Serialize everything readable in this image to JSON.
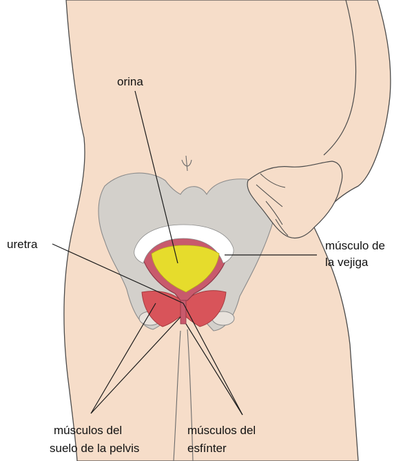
{
  "labels": {
    "orina": "orina",
    "uretra": "uretra",
    "musculo_vejiga_1": "músculo de",
    "musculo_vejiga_2": "la vejiga",
    "suelo_pelvis_1": "músculos del",
    "suelo_pelvis_2": "suelo de la pelvis",
    "esfinter_1": "músculos del",
    "esfinter_2": "esfínter"
  },
  "colors": {
    "skin": "#f6ddc9",
    "skin_outline": "#4a4a4a",
    "pelvis_bone": "#d3d0cb",
    "urine": "#e6dc2c",
    "bladder_muscle": "#c85a6c",
    "pelvic_floor_muscle": "#d8545a",
    "leader_line": "#1a1a1a"
  }
}
